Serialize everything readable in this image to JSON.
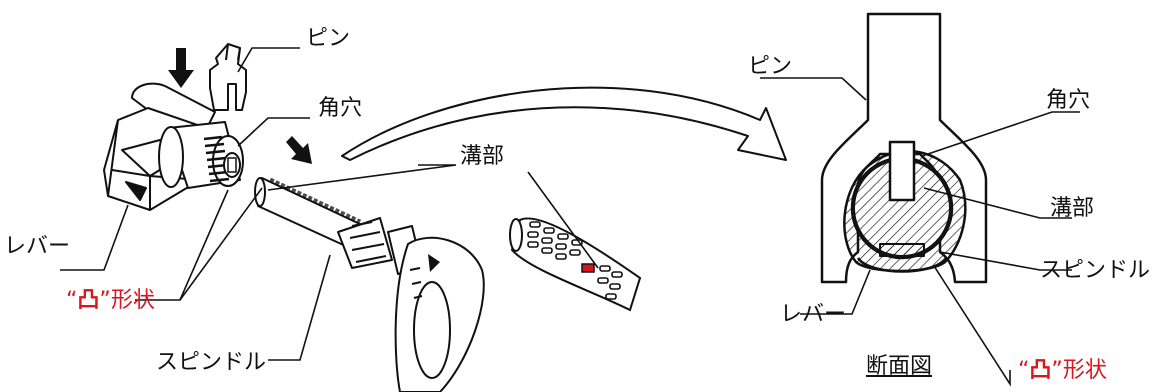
{
  "labels": {
    "pin_left": "ピン",
    "square_hole_left": "角穴",
    "groove_top": "溝部",
    "lever_left": "レバー",
    "spindle_left": "スピンドル",
    "pin_right": "ピン",
    "square_hole_right": "角穴",
    "groove_right": "溝部",
    "spindle_right": "スピンドル",
    "lever_right": "レバー",
    "section_view": "断面図"
  },
  "shape_label": {
    "open_quote": "“",
    "glyph": "凸",
    "close_quote": "”",
    "suffix": "形状"
  },
  "colors": {
    "line": "#111111",
    "accent": "#d7161e",
    "background": "#ffffff"
  },
  "icons": [
    "down-arrow-icon",
    "diagonal-arrow-icon",
    "curved-transition-arrow-icon"
  ]
}
